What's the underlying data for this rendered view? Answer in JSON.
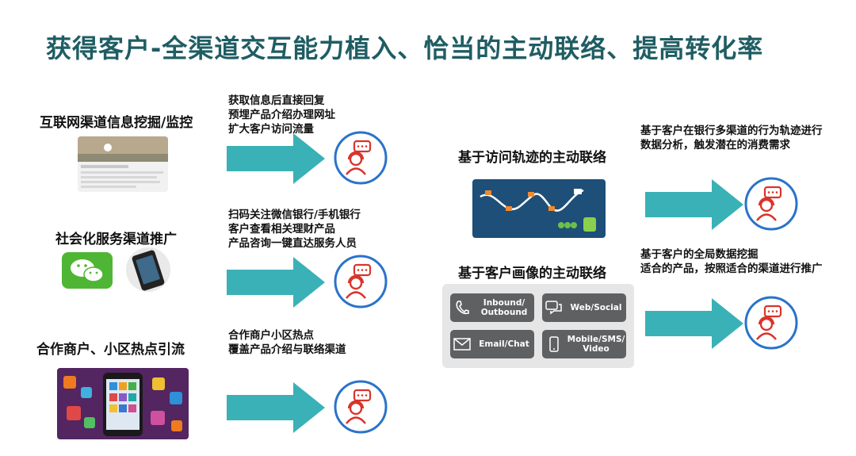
{
  "title": "获得客户-全渠道交互能力植入、恰当的主动联络、提高转化率",
  "left_sections": [
    {
      "label": "互联网渠道信息挖掘/监控",
      "notes": [
        "获取信息后直接回复",
        "预埋产品介绍办理网址",
        "扩大客户访问流量"
      ]
    },
    {
      "label": "社会化服务渠道推广",
      "notes": [
        "扫码关注微信银行/手机银行",
        "客户查看相关理财产品",
        "产品咨询一键直达服务人员"
      ]
    },
    {
      "label": "合作商户、小区热点引流",
      "notes": [
        "合作商户小区热点",
        "覆盖产品介绍与联络渠道"
      ]
    }
  ],
  "right_sections": [
    {
      "label": "基于访问轨迹的主动联络",
      "notes": [
        "基于客户在银行多渠道的行为轨迹进行",
        "数据分析，触发潜在的消费需求"
      ]
    },
    {
      "label": "基于客户画像的主动联络",
      "notes": [
        "基于客户的全局数据挖掘",
        "适合的产品，按照适合的渠道进行推广"
      ]
    }
  ],
  "channels": [
    {
      "label": "Inbound/\nOutbound",
      "icon": "phone-icon"
    },
    {
      "label": "Web/Social",
      "icon": "chat-bubble-icon"
    },
    {
      "label": "Email/Chat",
      "icon": "envelope-icon"
    },
    {
      "label": "Mobile/SMS/\nVideo",
      "icon": "mobile-phone-icon"
    }
  ],
  "colors": {
    "title": "#1f5d63",
    "arrow": "#3ab1b7",
    "agent_ring": "#2a73c9",
    "agent_figure": "#d9342b",
    "channel_tile": "#5f6062"
  }
}
